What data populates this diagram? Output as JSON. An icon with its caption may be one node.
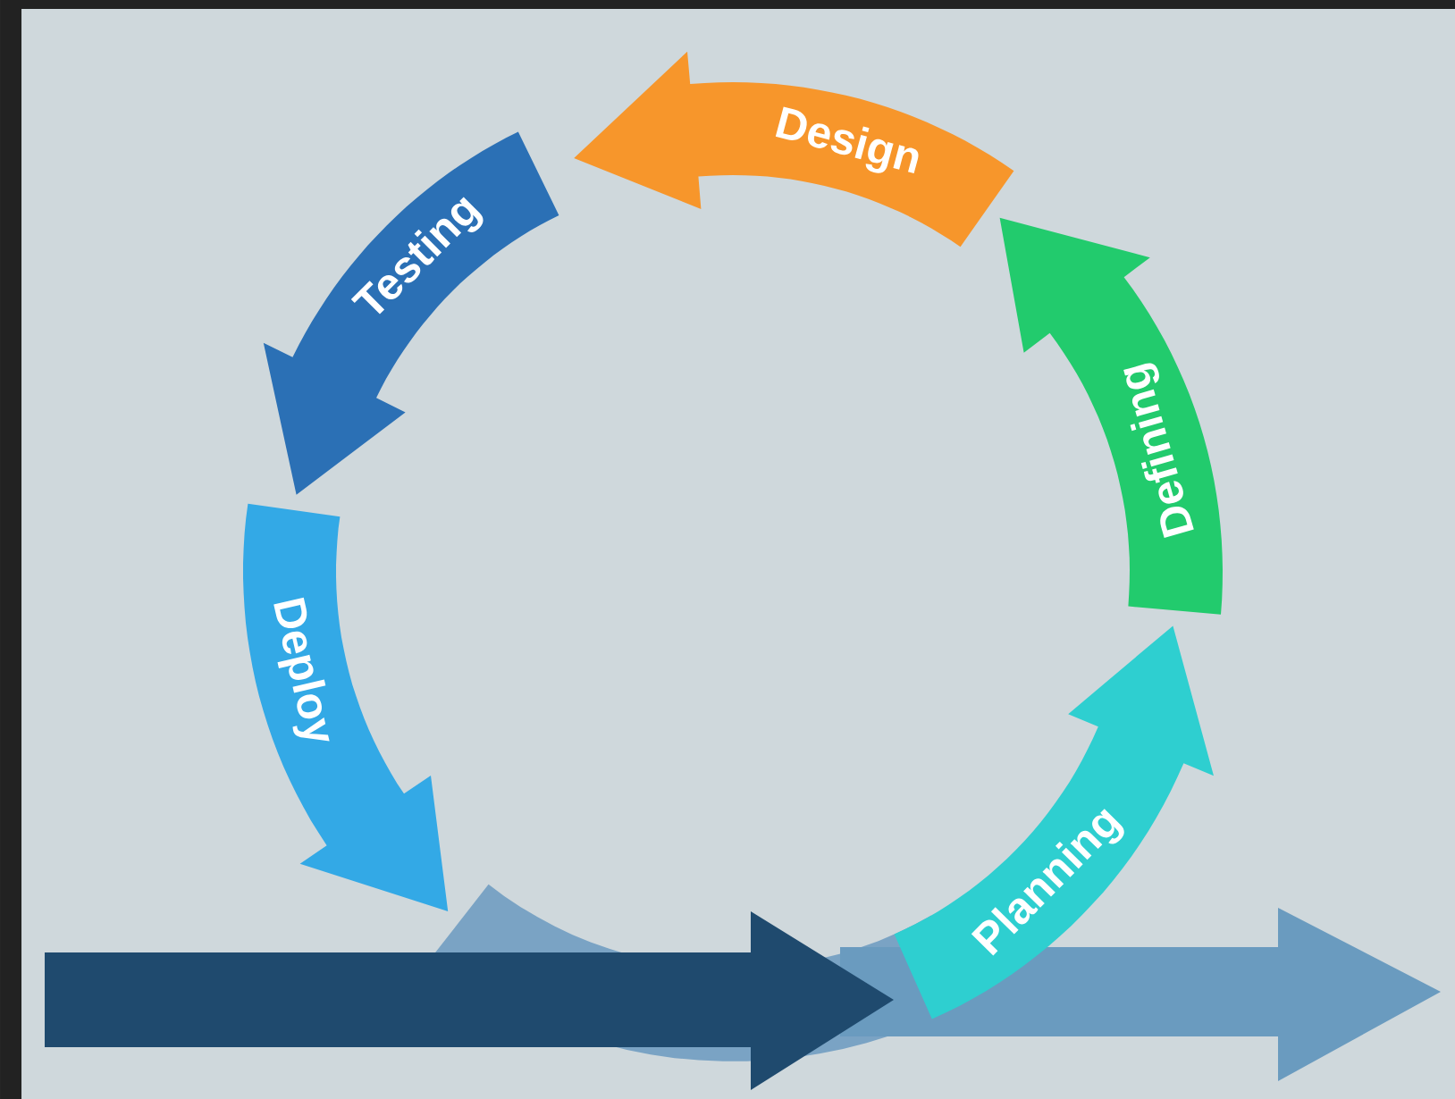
{
  "diagram": {
    "nodes": [
      {
        "text": [
          "Design"
        ]
      },
      {
        "text": [
          "Testing"
        ]
      },
      {
        "text": [
          "Deploy"
        ]
      },
      {
        "text": [
          "Planning"
        ]
      },
      {
        "text": [
          "Defining"
        ]
      }
    ]
  }
}
